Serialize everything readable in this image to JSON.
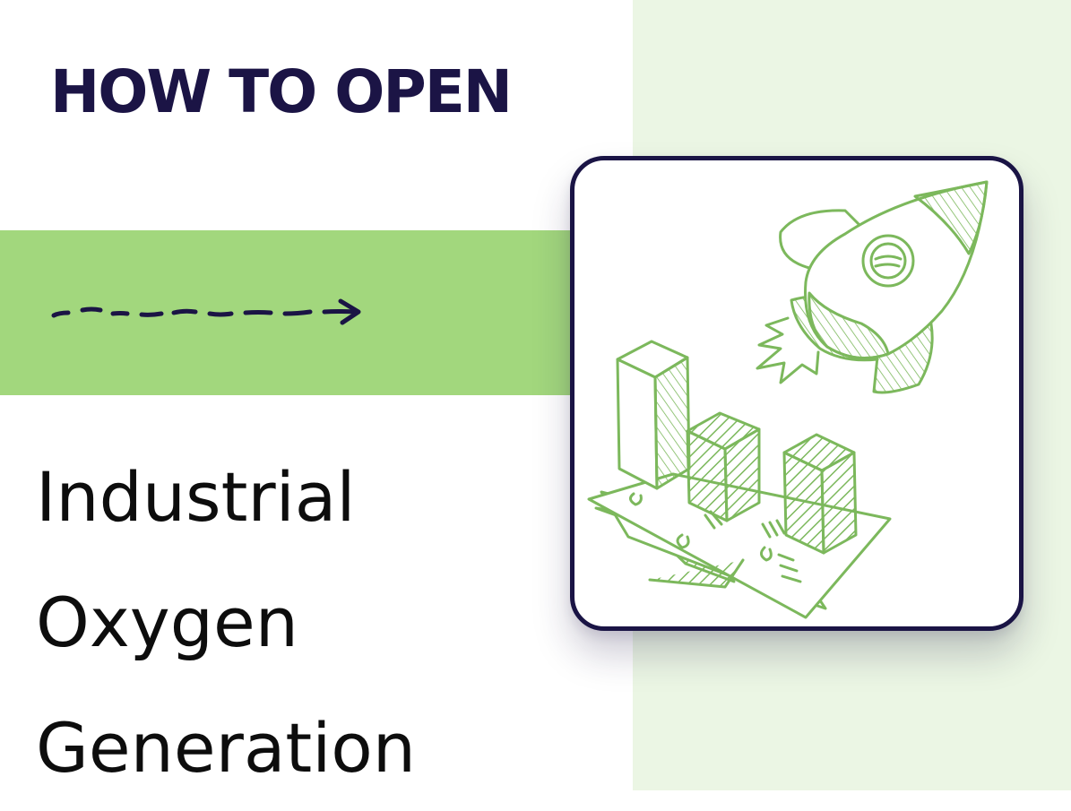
{
  "heading": "HOW TO OPEN",
  "title": {
    "line1": "Industrial",
    "line2": "Oxygen",
    "line3": "Generation"
  },
  "colors": {
    "navy": "#1b1445",
    "accent_green": "#a2d77d",
    "pale_green": "#ebf6e4",
    "sketch_green": "#7cb85c"
  },
  "icons": {
    "arrow": "dashed-arrow-right-icon",
    "illustration": "rocket-and-bar-chart-illustration"
  }
}
